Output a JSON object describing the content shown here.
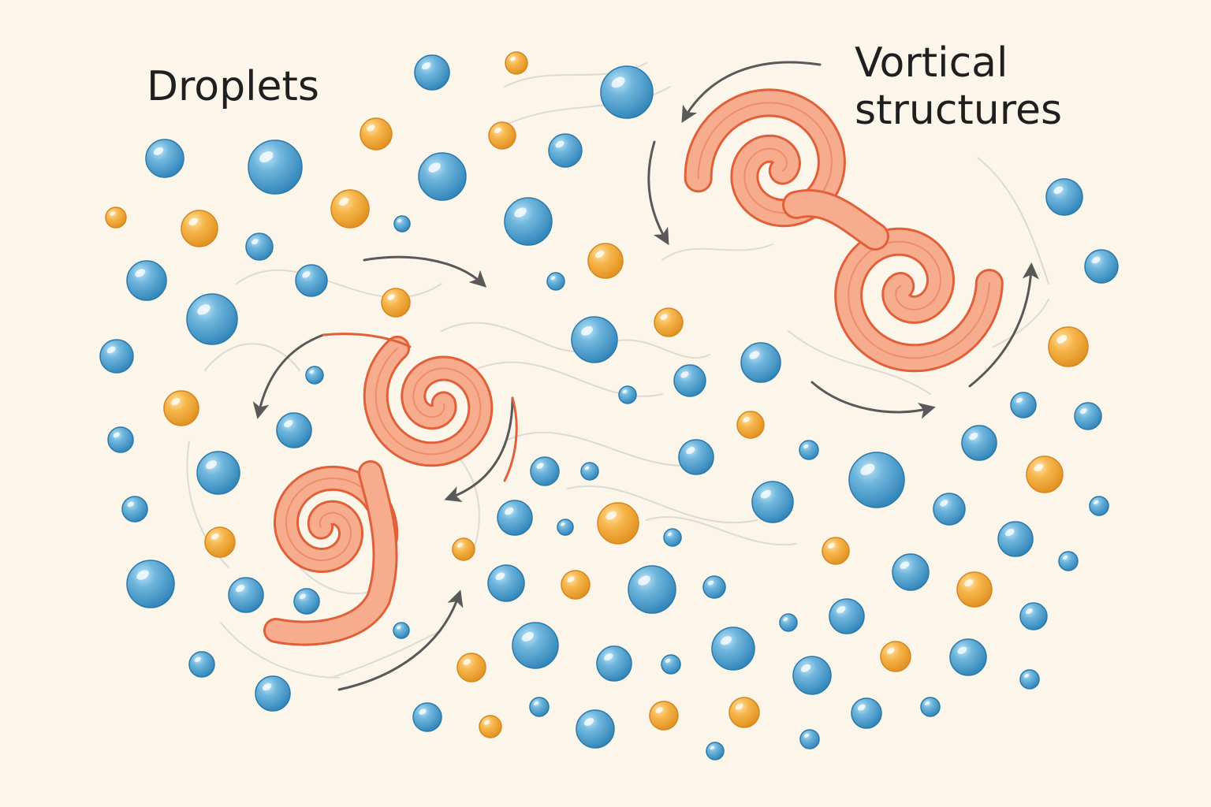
{
  "labels": {
    "droplets": "Droplets",
    "vortical_line1": "Vortical",
    "vortical_line2": "structures"
  },
  "colors": {
    "background": "#fbf5ea",
    "droplet_blue": "#4a9ccc",
    "droplet_orange": "#f2a93b",
    "vortex_fill": "#f7ac8d",
    "vortex_stroke": "#e0603a",
    "arrow": "#595959",
    "flow_lines": "#d9d4cc",
    "text": "#1f1f1f"
  },
  "icons": {
    "droplet": "droplet-icon",
    "vortex": "vortex-icon",
    "flow_arrow": "flow-arrow-icon"
  }
}
